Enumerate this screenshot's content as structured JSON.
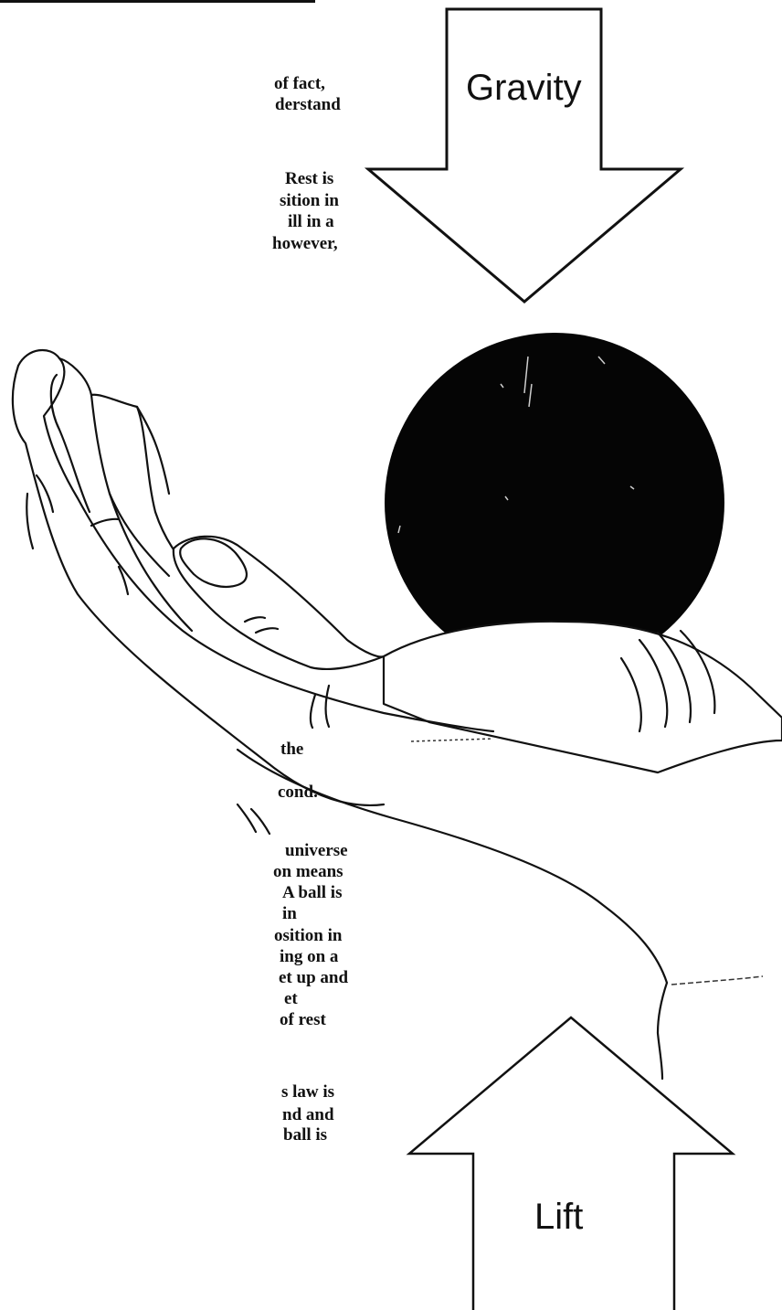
{
  "labels": {
    "gravity": "Gravity",
    "lift": "Lift"
  },
  "text_fragments": [
    "of fact,",
    "derstand",
    "Rest is",
    "sition in",
    "ill in a",
    "however,",
    "the",
    "cond.",
    "universe",
    "on means",
    "A ball is",
    "in",
    "osition in",
    "ing on a",
    "et up and",
    "et",
    "of rest",
    "s law is",
    "nd and",
    "ball is"
  ],
  "colors": {
    "ink": "#111111",
    "ball": "#050505",
    "paper": "#ffffff"
  }
}
